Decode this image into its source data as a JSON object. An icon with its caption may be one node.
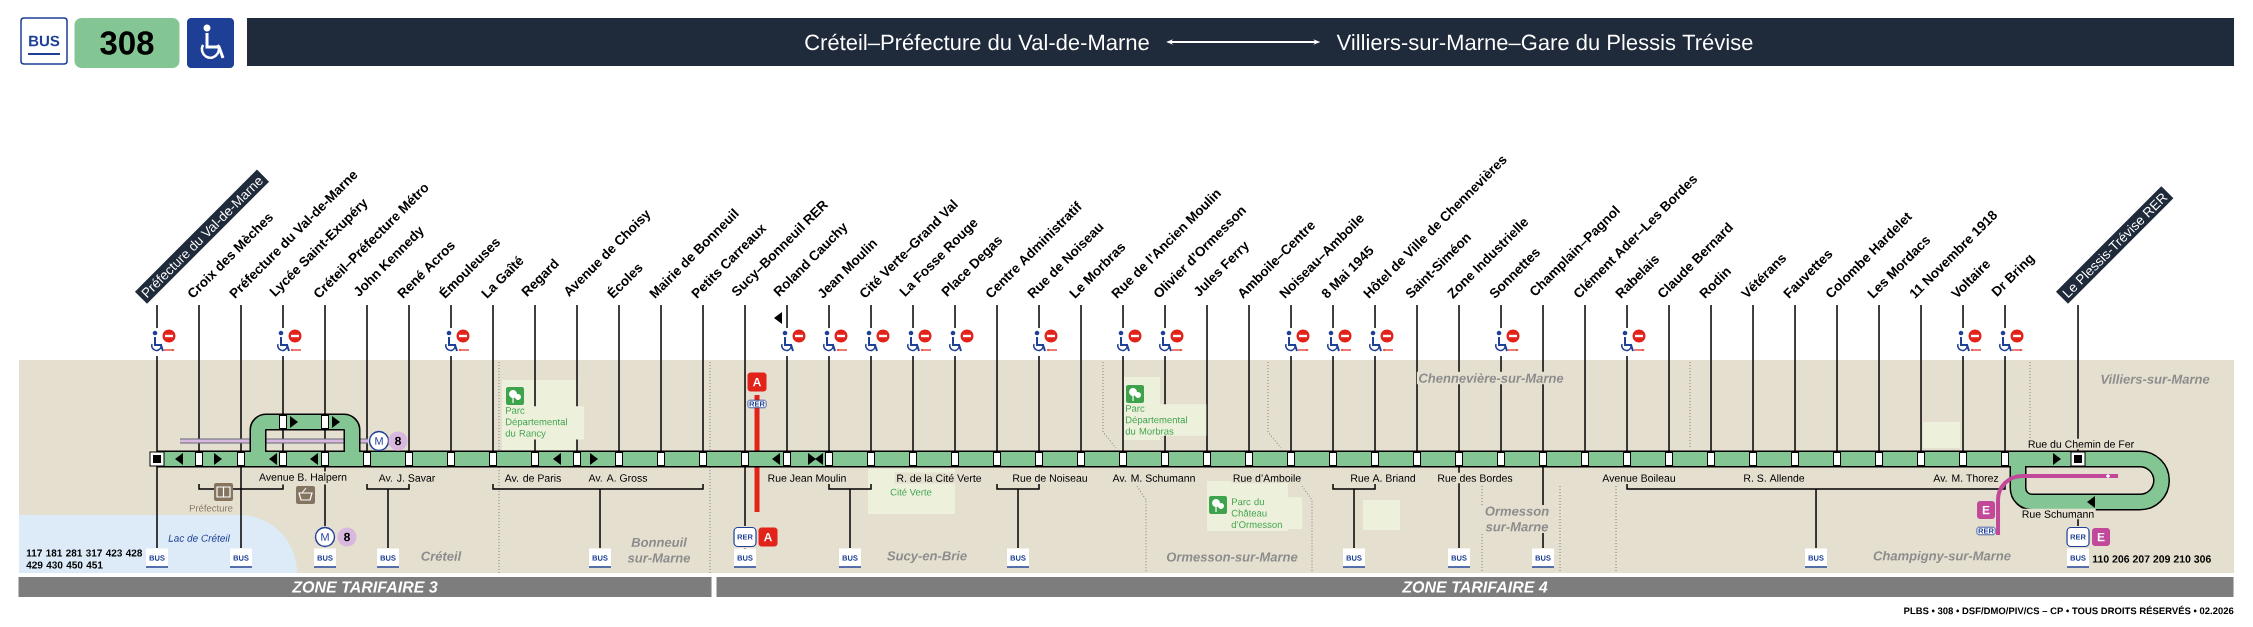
{
  "diagram": {
    "nodes": [
      {
        "text": [
          "Créteil–Préfecture du Val-de-Marne"
        ]
      },
      {
        "text": [
          "Villiers-sur-Marne–Gare du Plessis Trévise"
        ]
      }
    ],
    "edges": [
      {
        "from": 0,
        "to": 1,
        "arrow": "both"
      }
    ],
    "labels": [
      "BUS",
      "308",
      "Préfecture du Val-de-Marne",
      "Croix des Mèches",
      "Préfecture du Val-de-Marne",
      "Lycée Saint-Exupéry",
      "Créteil–Préfecture Métro",
      "John Kennedy",
      "René Acros",
      "Émouleuses",
      "La Gaîté",
      "Regard",
      "Avenue de Choisy",
      "Écoles",
      "Mairie de Bonneuil",
      "Petits Carreaux",
      "Sucy–Bonneuil RER",
      "Roland Cauchy",
      "Jean Moulin",
      "Cité Verte–Grand Val",
      "La Fosse Rouge",
      "Place Degas",
      "Centre Administratif",
      "Rue de Noiseau",
      "Le Morbras",
      "Rue de l’Ancien Moulin",
      "Olivier d’Ormesson",
      "Jules Ferry",
      "Amboile–Centre",
      "Noiseau–Amboile",
      "8 Mai 1945",
      "Hôtel de Ville de Chennevières",
      "Saint-Siméon",
      "Zone Industrielle",
      "Sonnettes",
      "Champlain–Pagnol",
      "Clément Ader–Les Bordes",
      "Rabelais",
      "Claude Bernard",
      "Rodin",
      "Vétérans",
      "Fauvettes",
      "Colombe Hardelet",
      "Les Mordacs",
      "11 Novembre 1918",
      "Voltaire",
      "Dr Bring",
      "Le Plessis-Trévise RER",
      "M",
      "8",
      "Parc Départemental du Rancy",
      "A",
      "RER",
      "Parc Départemental du Morbras",
      "Chennevière-sur-Marne",
      "Villiers-sur-Marne",
      "Rue du Chemin de Fer",
      "Avenue B. Halpern",
      "Av. J. Savar",
      "Av. de Paris",
      "Av. A. Gross",
      "Rue Jean Moulin",
      "R. de la Cité Verte",
      "Rue de Noiseau",
      "Av. M. Schumann",
      "Rue d’Amboile",
      "Rue A. Briand",
      "Rue des Bordes",
      "Avenue Boileau",
      "R. S. Allende",
      "Av. M. Thorez",
      "Préfecture",
      "Cité Verte",
      "Parc du Château d’Ormesson",
      "E",
      "Rue Schumann",
      "RER",
      "Ormesson sur-Marne",
      "Lac de Créteil",
      "M",
      "8",
      "RER",
      "A",
      "Bonneuil sur-Marne",
      "RER",
      "E",
      "117 181 281 317 423 428 429 430 450 451",
      "BUS",
      "BUS",
      "BUS",
      "BUS",
      "BUS",
      "BUS",
      "BUS",
      "BUS",
      "BUS",
      "BUS",
      "BUS",
      "BUS",
      "BUS",
      "Créteil",
      "Sucy-en-Brie",
      "Ormesson-sur-Marne",
      "Champigny-sur-Marne",
      "110 206 207 209 210 306",
      "ZONE TARIFAIRE 3",
      "ZONE TARIFAIRE 4",
      "PLBS • 308 • DSF/DMO/PIV/CS – CP • TOUS DROITS RÉSERVÉS • 02.2026"
    ]
  }
}
